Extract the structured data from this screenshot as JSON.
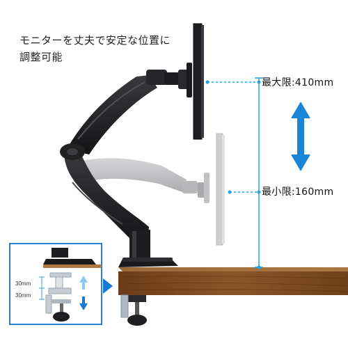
{
  "headline": {
    "line1": "モニターを丈夫で安定な位置に",
    "line2": "調整可能"
  },
  "height_limits": {
    "max_label": "最大限:410mm",
    "min_label": "最小限:160mm"
  },
  "inset": {
    "gap_top_label": "30mm",
    "gap_bottom_label": "30mm"
  },
  "colors": {
    "dimension_line": "#29a0e0",
    "arrow": "#1a84d6",
    "desk_wood": "#7a4a22",
    "arm_dark": "#1e1e20",
    "arm_ghost": "#b9b9bb"
  }
}
